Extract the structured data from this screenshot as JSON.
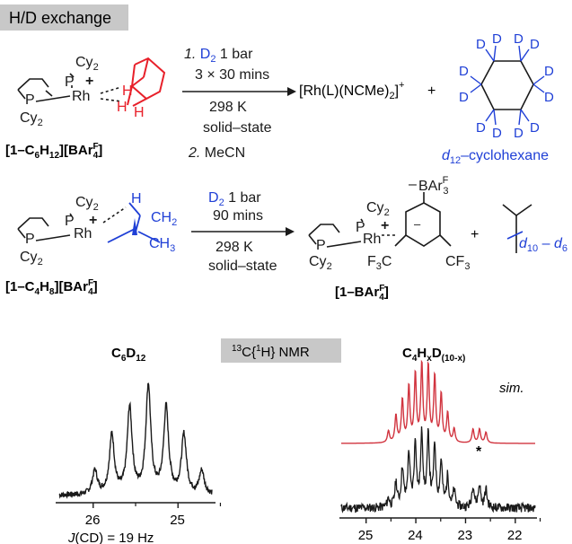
{
  "header": {
    "title": "H/D exchange"
  },
  "reaction1": {
    "reactant_label": "[1–C",
    "reactant_label_sub": "6",
    "reactant_label_mid": "H",
    "reactant_label_sub2": "12",
    "reactant_label_tail": "][BAr",
    "reactant_label_supF": "F",
    "reactant_label_sub4": "4",
    "reactant_label_end": "]",
    "cy2": "Cy",
    "two": "2",
    "P": "P",
    "Rh": "Rh",
    "plus": "+",
    "H": "H",
    "step1_num": "1.",
    "step1_D2": "D",
    "step1_D2_sub": "2",
    "step1_rest": " 1 bar",
    "step1_time": "3 × 30 mins",
    "temp": "298 K",
    "state": "solid–state",
    "step2_num": "2.",
    "step2_solvent": " MeCN",
    "product": "[Rh(L)(NCMe)",
    "product_sub": "2",
    "product_tail": "]",
    "product_sup": "+",
    "plus2": "+",
    "D": "D",
    "d12_label_d": "d",
    "d12_label_sub": "12",
    "d12_label_rest": "–cyclohexane"
  },
  "reaction2": {
    "reactant_label": "[1–C",
    "reactant_label_sub": "4",
    "reactant_label_mid": "H",
    "reactant_label_sub2": "8",
    "reactant_label_tail": "][BAr",
    "reactant_label_supF": "F",
    "reactant_label_sub4": "4",
    "reactant_label_end": "]",
    "H": "H",
    "CH2": "CH",
    "CH2_sub": "2",
    "CH3": "CH",
    "CH3_sub": "3",
    "D2": "D",
    "D2_sub": "2",
    "D2_rest": " 1 bar",
    "time": "90 mins",
    "temp": "298 K",
    "state": "solid–state",
    "minus": "–",
    "BArF3": "BAr",
    "BArF3_sup": "F",
    "BArF3_sub": "3",
    "F3C": "F",
    "F3C_sub": "3",
    "F3C_C": "C",
    "CF3": "CF",
    "CF3_sub": "3",
    "product_label": "[1–BAr",
    "product_label_sup": "F",
    "product_label_sub": "4",
    "product_label_end": "]",
    "plus": "+",
    "d_range_d1": "d",
    "d_range_sub1": "10",
    "d_range_mid": " – ",
    "d_range_d2": "d",
    "d_range_sub2": "6"
  },
  "nmr": {
    "title_sup": "13",
    "title_rest1": "C{",
    "title_sup2": "1",
    "title_rest2": "H} NMR",
    "left_title_C": "C",
    "left_title_sub1": "6",
    "left_title_D": "D",
    "left_title_sub2": "12",
    "right_title_C": "C",
    "right_title_sub1": "4",
    "right_title_H": "H",
    "right_title_sub2": "x",
    "right_title_D": "D",
    "right_title_sub3": "(10-x)",
    "sim_label": "sim.",
    "star": "*",
    "coupling_J": "J",
    "coupling_rest": "(CD) = 19 Hz",
    "left_ticks": [
      "26",
      "25"
    ],
    "right_ticks": [
      "25",
      "24",
      "23",
      "22"
    ]
  },
  "colors": {
    "blue": "#1f3fd6",
    "red": "#e8202a",
    "sim_red": "#d1343f",
    "dark": "#1a1a1a",
    "gray_box": "#c8c8c8"
  },
  "chart_data": [
    {
      "type": "line",
      "title": "C6D12",
      "xlabel": "",
      "ylabel": "",
      "xlim": [
        26.4,
        24.6
      ],
      "x_ticks": [
        26,
        25
      ],
      "series": [
        {
          "values": [
            {
              "ppm": 25.98,
              "rel_intensity": 0.22
            },
            {
              "ppm": 25.78,
              "rel_intensity": 0.55
            },
            {
              "ppm": 25.57,
              "rel_intensity": 0.8
            },
            {
              "ppm": 25.35,
              "rel_intensity": 1.0
            },
            {
              "ppm": 25.14,
              "rel_intensity": 0.8
            },
            {
              "ppm": 24.93,
              "rel_intensity": 0.55
            },
            {
              "ppm": 24.72,
              "rel_intensity": 0.22
            }
          ]
        }
      ]
    },
    {
      "type": "line",
      "title": "C4HxD(10-x)",
      "xlabel": "",
      "ylabel": "",
      "xlim": [
        25.5,
        21.6
      ],
      "x_ticks": [
        25,
        24,
        23,
        22
      ],
      "series": [
        {
          "values": [
            {
              "ppm": 24.55,
              "rel_intensity": 0.15
            },
            {
              "ppm": 24.4,
              "rel_intensity": 0.35
            },
            {
              "ppm": 24.27,
              "rel_intensity": 0.55
            },
            {
              "ppm": 24.14,
              "rel_intensity": 0.72
            },
            {
              "ppm": 24.01,
              "rel_intensity": 0.88
            },
            {
              "ppm": 23.88,
              "rel_intensity": 1.0
            },
            {
              "ppm": 23.75,
              "rel_intensity": 0.98
            },
            {
              "ppm": 23.62,
              "rel_intensity": 0.85
            },
            {
              "ppm": 23.49,
              "rel_intensity": 0.62
            },
            {
              "ppm": 23.36,
              "rel_intensity": 0.38
            },
            {
              "ppm": 23.23,
              "rel_intensity": 0.18
            },
            {
              "ppm": 22.85,
              "rel_intensity": 0.18
            },
            {
              "ppm": 22.72,
              "rel_intensity": 0.18
            },
            {
              "ppm": 22.59,
              "rel_intensity": 0.14
            }
          ]
        },
        {
          "values": [
            {
              "ppm": 24.55,
              "rel_intensity": 0.12
            },
            {
              "ppm": 24.4,
              "rel_intensity": 0.32
            },
            {
              "ppm": 24.27,
              "rel_intensity": 0.52
            },
            {
              "ppm": 24.14,
              "rel_intensity": 0.7
            },
            {
              "ppm": 24.01,
              "rel_intensity": 0.85
            },
            {
              "ppm": 23.88,
              "rel_intensity": 0.95
            },
            {
              "ppm": 23.75,
              "rel_intensity": 0.92
            },
            {
              "ppm": 23.62,
              "rel_intensity": 0.8
            },
            {
              "ppm": 23.49,
              "rel_intensity": 0.6
            },
            {
              "ppm": 23.36,
              "rel_intensity": 0.4
            },
            {
              "ppm": 23.23,
              "rel_intensity": 0.22
            },
            {
              "ppm": 22.85,
              "rel_intensity": 0.3
            },
            {
              "ppm": 22.72,
              "rel_intensity": 0.3
            },
            {
              "ppm": 22.59,
              "rel_intensity": 0.24
            }
          ]
        }
      ]
    }
  ]
}
